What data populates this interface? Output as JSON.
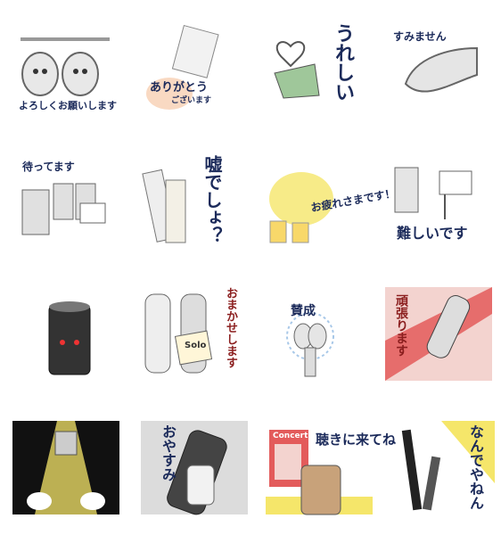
{
  "stickers": [
    {
      "text": "よろしくお願いします"
    },
    {
      "text": "ありがとう",
      "sub": "ございます"
    },
    {
      "text": "うれしい"
    },
    {
      "text": "すみません"
    },
    {
      "text": "待ってます"
    },
    {
      "text": "嘘でしょ？"
    },
    {
      "text": "お疲れさまです！"
    },
    {
      "text": "難しいです"
    },
    {
      "text": ""
    },
    {
      "text": "おまかせします",
      "sub": "Solo"
    },
    {
      "text": "賛成"
    },
    {
      "text": "頑張ります"
    },
    {
      "text": ""
    },
    {
      "text": "おやすみ"
    },
    {
      "text": "聴きに来てね",
      "sub": "Concert"
    },
    {
      "text": "なんでやねん"
    }
  ],
  "colors": {
    "ink": "#1b2a5a",
    "accent": "#8b1e1e",
    "peach": "#f6c9a8",
    "yellow": "#f5e66a",
    "red": "#e35b5b"
  }
}
